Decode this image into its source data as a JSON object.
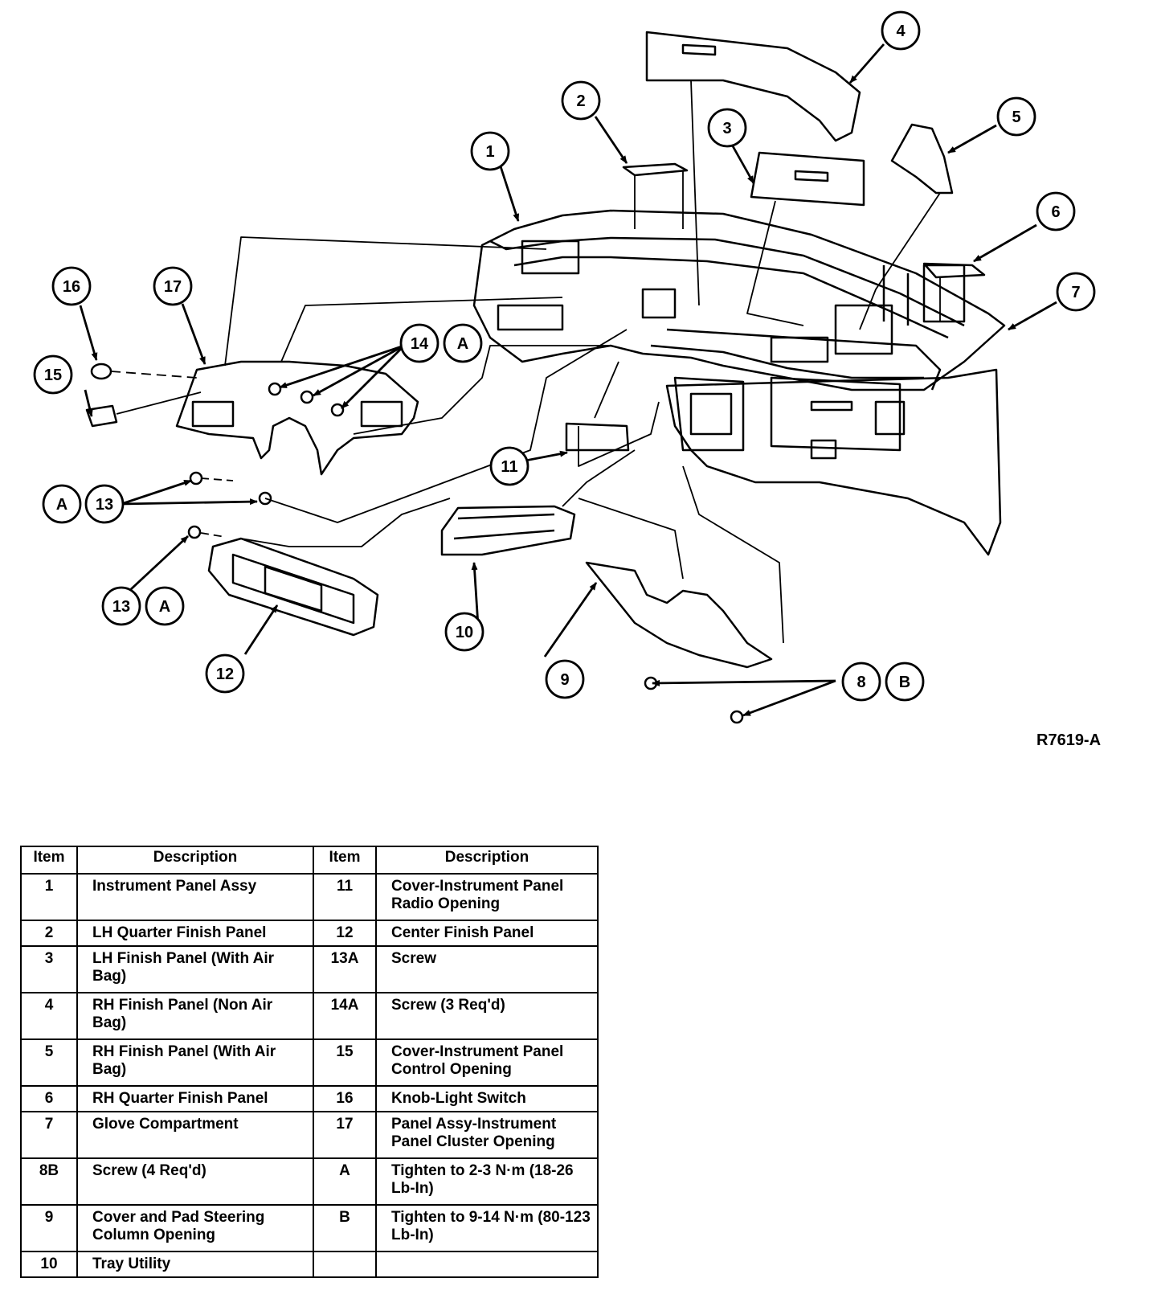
{
  "figure_code": "R7619-A",
  "callouts": [
    {
      "id": "c1",
      "label": "1"
    },
    {
      "id": "c2",
      "label": "2"
    },
    {
      "id": "c3",
      "label": "3"
    },
    {
      "id": "c4",
      "label": "4"
    },
    {
      "id": "c5",
      "label": "5"
    },
    {
      "id": "c6",
      "label": "6"
    },
    {
      "id": "c7",
      "label": "7"
    },
    {
      "id": "c8",
      "label": "8"
    },
    {
      "id": "cB",
      "label": "B"
    },
    {
      "id": "c9",
      "label": "9"
    },
    {
      "id": "c10",
      "label": "10"
    },
    {
      "id": "c11",
      "label": "11"
    },
    {
      "id": "c12",
      "label": "12"
    },
    {
      "id": "c13a",
      "label": "13"
    },
    {
      "id": "cA1",
      "label": "A"
    },
    {
      "id": "c13b",
      "label": "13"
    },
    {
      "id": "cA2",
      "label": "A"
    },
    {
      "id": "c14",
      "label": "14"
    },
    {
      "id": "cA3",
      "label": "A"
    },
    {
      "id": "c15",
      "label": "15"
    },
    {
      "id": "c16",
      "label": "16"
    },
    {
      "id": "c17",
      "label": "17"
    }
  ],
  "table": {
    "headers": [
      "Item",
      "Description",
      "Item",
      "Description"
    ],
    "rows": [
      [
        "1",
        "Instrument Panel Assy",
        "11",
        "Cover-Instrument Panel Radio Opening"
      ],
      [
        "2",
        "LH Quarter Finish Panel",
        "12",
        "Center Finish Panel"
      ],
      [
        "3",
        "LH Finish Panel (With Air Bag)",
        "13A",
        "Screw"
      ],
      [
        "4",
        "RH Finish Panel (Non Air Bag)",
        "14A",
        "Screw (3 Req'd)"
      ],
      [
        "5",
        "RH Finish Panel (With Air Bag)",
        "15",
        "Cover-Instrument Panel Control Opening"
      ],
      [
        "6",
        "RH Quarter Finish Panel",
        "16",
        "Knob-Light Switch"
      ],
      [
        "7",
        "Glove Compartment",
        "17",
        "Panel Assy-Instrument Panel Cluster Opening"
      ],
      [
        "8B",
        "Screw (4 Req'd)",
        "A",
        "Tighten to 2-3 N·m (18-26 Lb-In)"
      ],
      [
        "9",
        "Cover and Pad Steering Column Opening",
        "B",
        "Tighten to 9-14 N·m (80-123 Lb-In)"
      ],
      [
        "10",
        "Tray Utility",
        "",
        ""
      ]
    ]
  }
}
